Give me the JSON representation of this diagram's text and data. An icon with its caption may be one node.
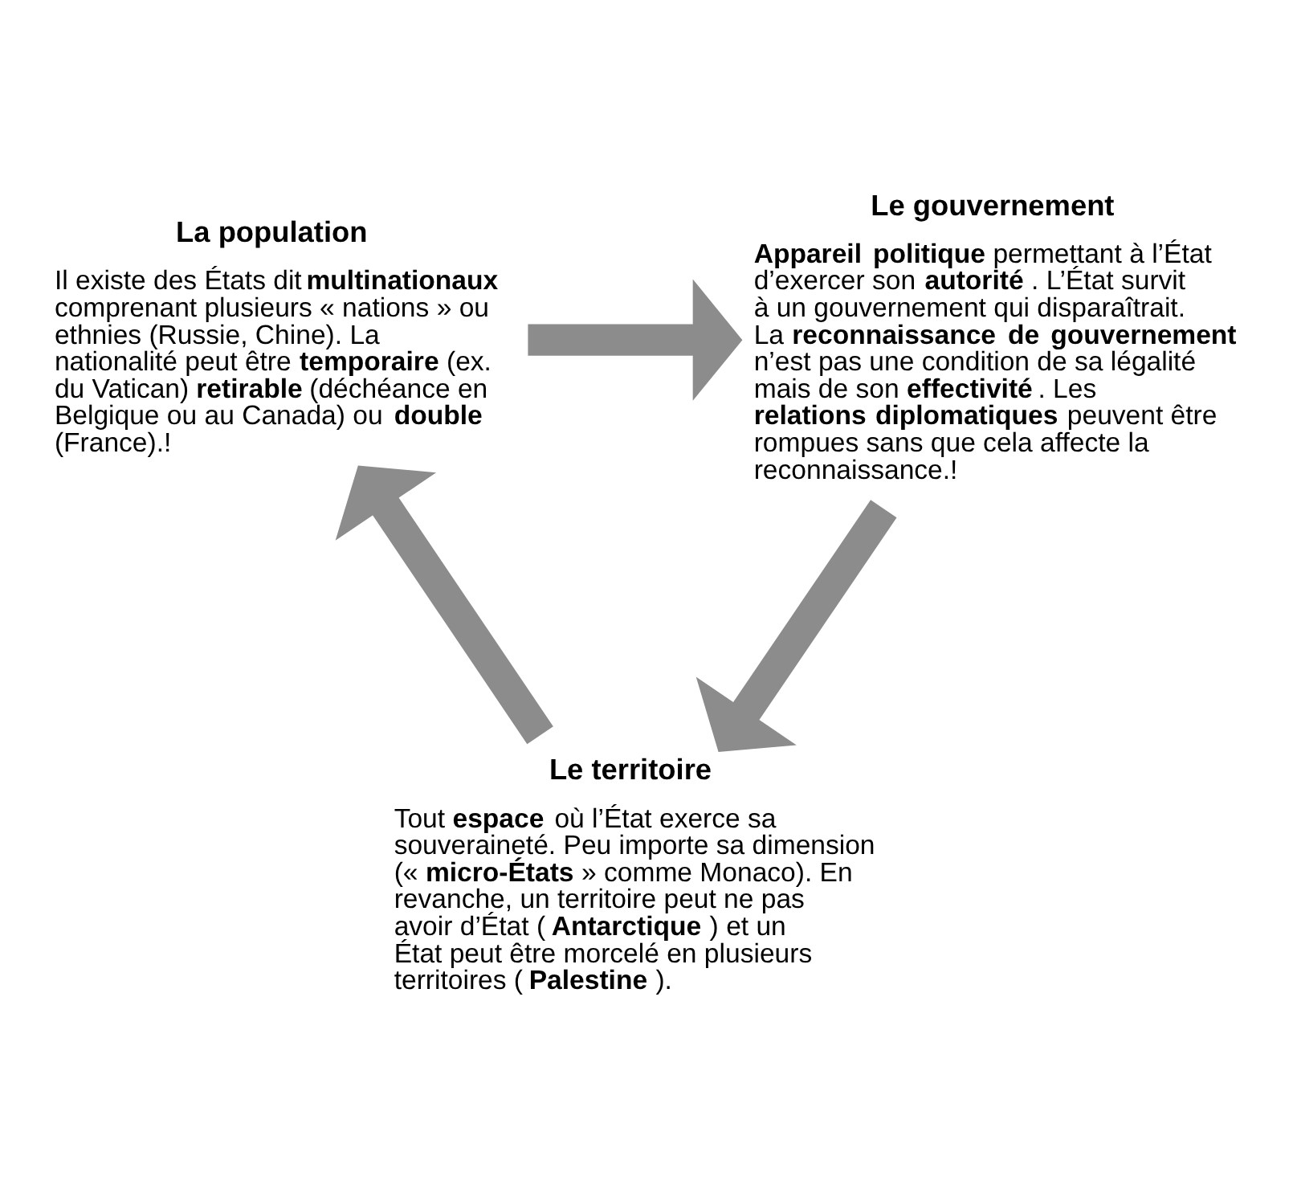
{
  "diagram": {
    "nodes": [
      {
        "text": [
          "La population",
          "Il existe des États dit **multinationaux** comprenant plusieurs « nations » ou ethnies (Russie, Chine). La nationalité peut être **temporaire** (ex. du Vatican) **retirable** (déchéance en Belgique ou au Canada) ou **double** (France).!"
        ]
      },
      {
        "text": [
          "Le gouvernement",
          "**Appareil politique** permettant à l’État d’exercer son **autorité**. L’État survit à un gouvernement qui disparaîtrait. La **reconnaissance de gouvernement** n’est pas une condition de sa légalité mais de son **effectivité**. Les **relations diplomatiques** peuvent être rompues sans que cela affecte la reconnaissance.!"
        ]
      },
      {
        "text": [
          "Le territoire",
          "Tout **espace** où l’État exerce sa souveraineté. Peu importe sa dimension (« **micro-États** » comme Monaco). En revanche, un territoire peut ne pas avoir d’État (**Antarctique**) et un État peut être morcelé en plusieurs territoires (**Palestine**)."
        ]
      }
    ],
    "edges": [
      {
        "from": 0,
        "to": 1,
        "arrow": "to"
      },
      {
        "from": 1,
        "to": 2,
        "arrow": "to"
      },
      {
        "from": 2,
        "to": 0,
        "arrow": "to"
      }
    ]
  }
}
